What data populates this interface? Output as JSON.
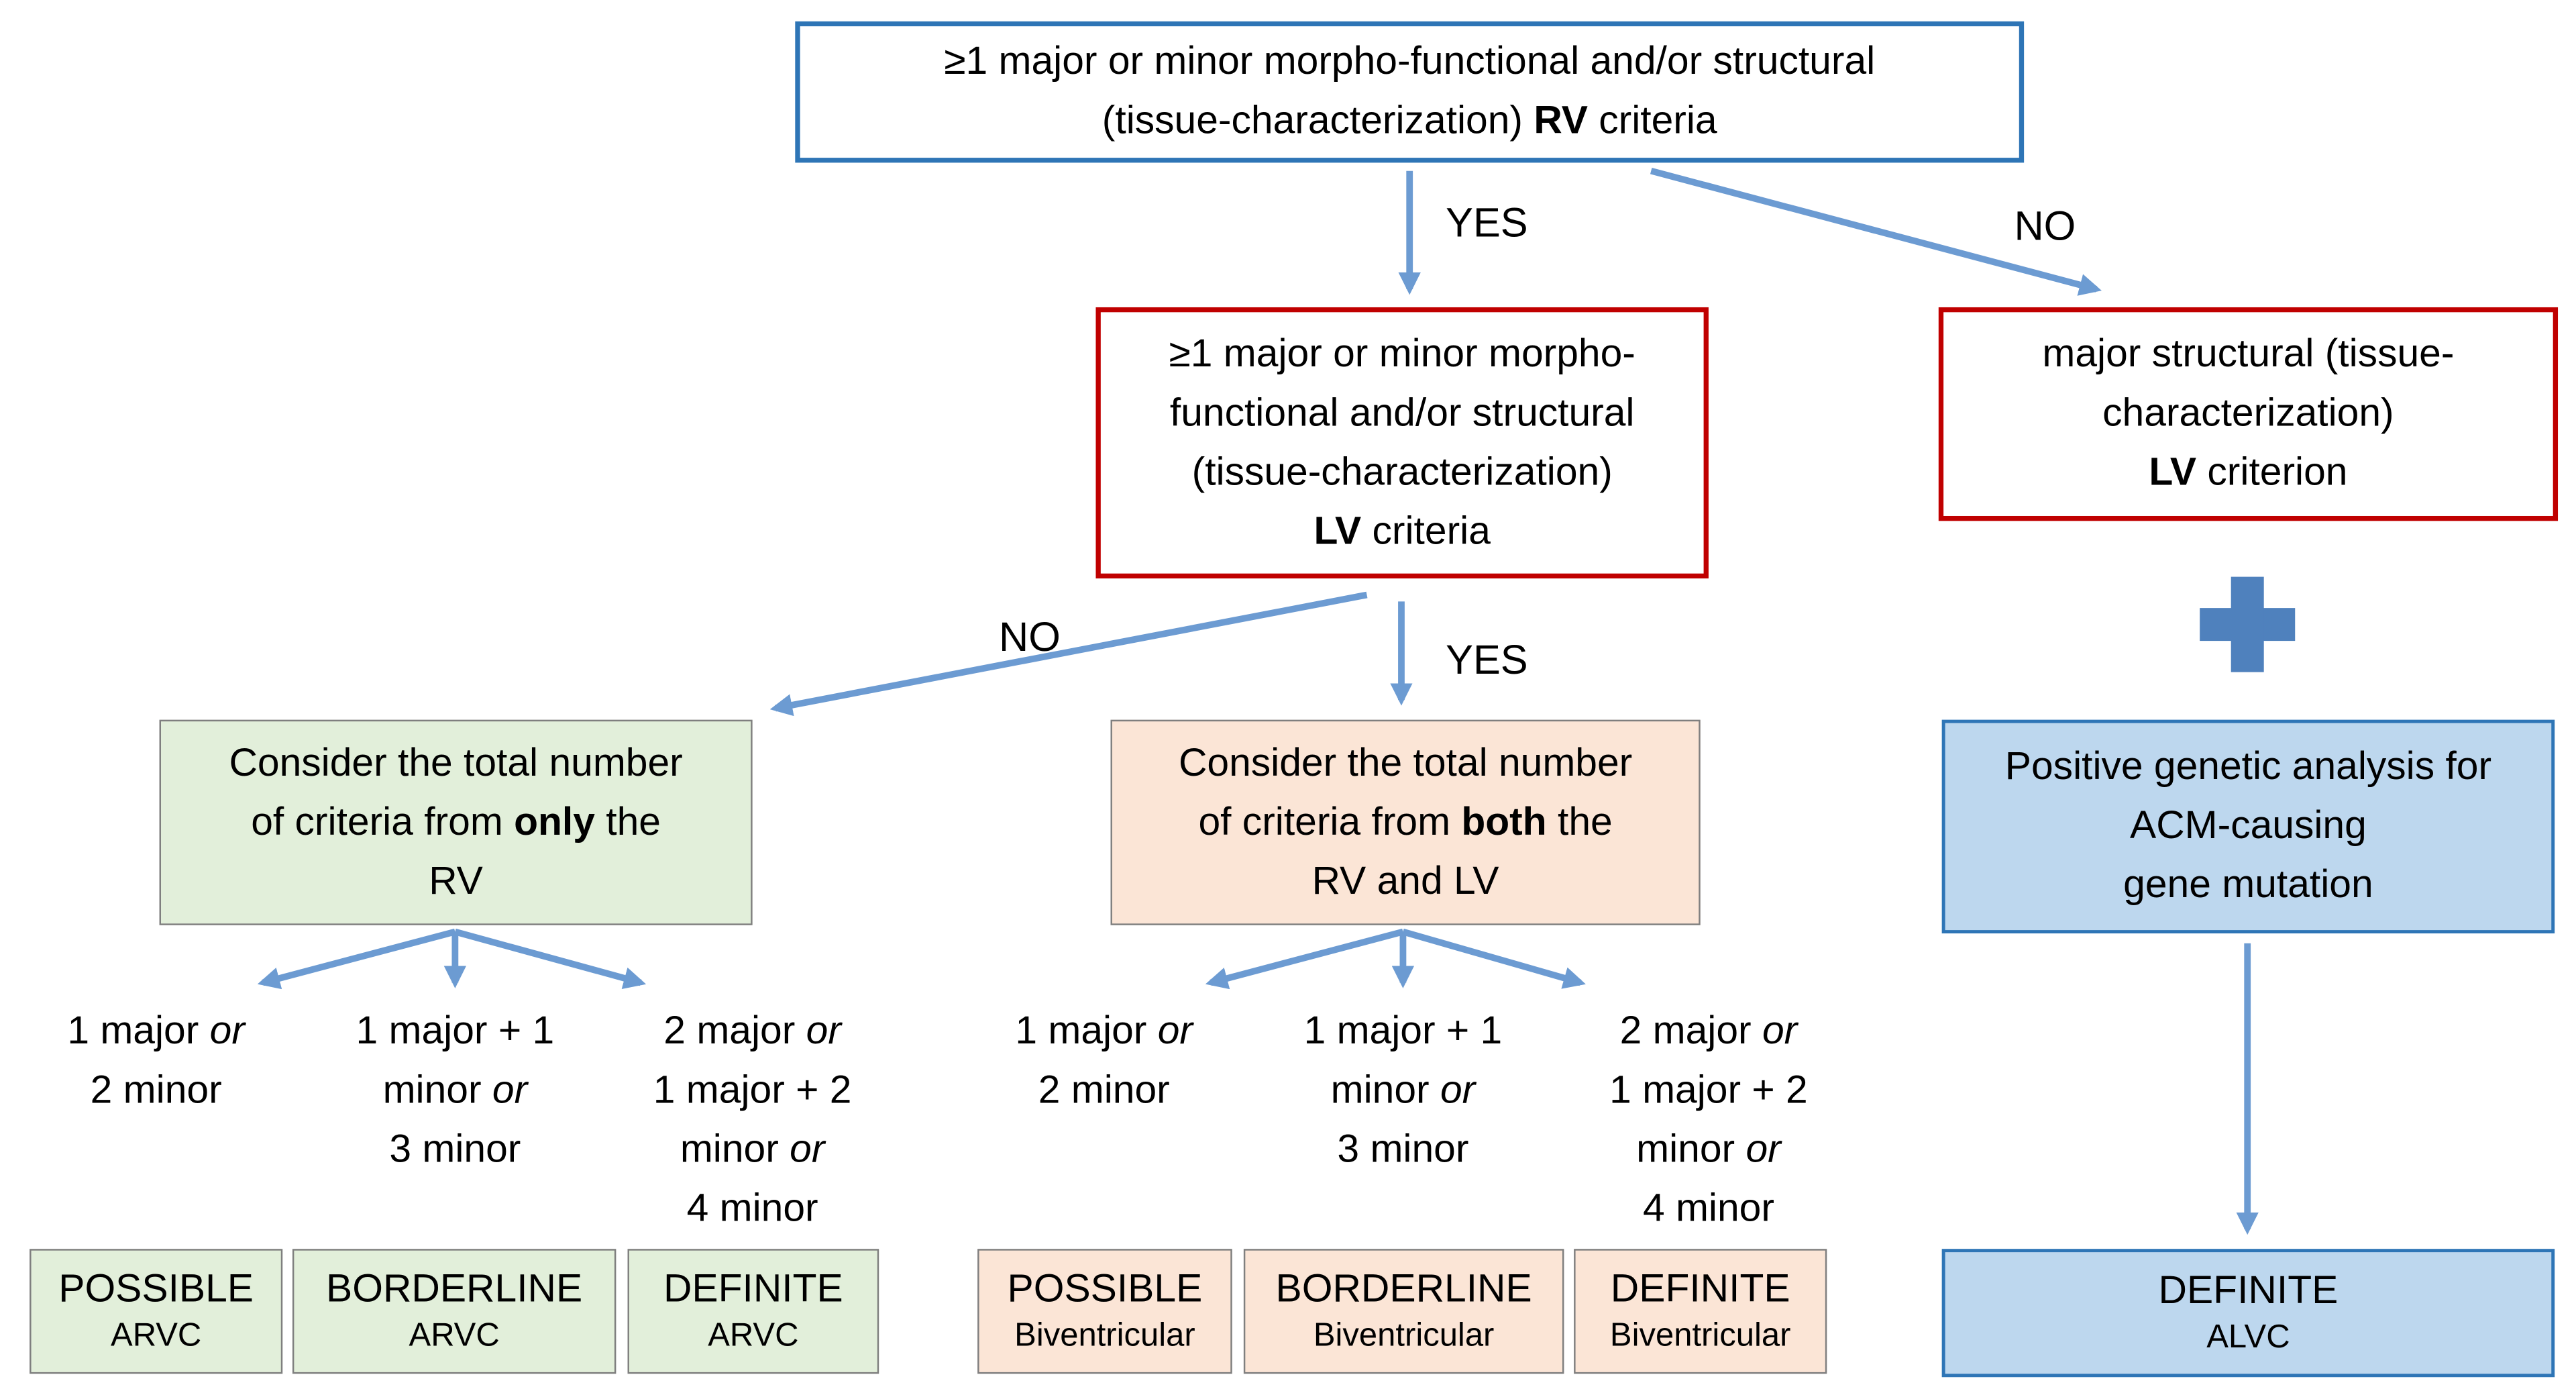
{
  "colors": {
    "blue-border": "#2E75B6",
    "red-border": "#C00000",
    "gray-border": "#7F7F7F",
    "green-fill": "#E2EFDA",
    "peach-fill": "#FBE5D6",
    "blue-fill": "#BDD7EE",
    "blue-box-border": "#2E75B6",
    "arrow": "#6C9BD2",
    "plus": "#4F81BD",
    "text": "#000000",
    "background": "#FFFFFF"
  },
  "top_box": {
    "line1": "≥1 major or minor morpho-functional and/or structural",
    "line2_pre": "(tissue-characterization) ",
    "line2_bold": "RV",
    "line2_post": " criteria"
  },
  "branch_labels": {
    "top_yes": "YES",
    "top_no": "NO",
    "mid_no": "NO",
    "mid_yes": "YES"
  },
  "lv_box": {
    "line1": "≥1 major or minor morpho-",
    "line2": "functional and/or structural",
    "line3": "(tissue-characterization)",
    "line4_bold": "LV",
    "line4_post": " criteria"
  },
  "major_structural_box": {
    "line1": "major structural (tissue-",
    "line2": "characterization)",
    "line3_bold": "LV",
    "line3_post": " criterion"
  },
  "rv_only_box": {
    "line1": "Consider the total number",
    "line2_pre": "of criteria from ",
    "line2_bold": "only",
    "line2_post": " the",
    "line3": "RV"
  },
  "both_box": {
    "line1": "Consider the total number",
    "line2_pre": "of criteria from ",
    "line2_bold": "both",
    "line2_post": " the",
    "line3": "RV and LV"
  },
  "genetic_box": {
    "line1": "Positive genetic analysis for",
    "line2": "ACM-causing",
    "line3": "gene mutation"
  },
  "criteria": {
    "opt1": {
      "l1_pre": "1 major ",
      "l1_or": "or",
      "l2": "2 minor"
    },
    "opt2": {
      "l1": "1 major + 1",
      "l2_pre": "minor ",
      "l2_or": "or",
      "l3": "3 minor"
    },
    "opt3": {
      "l1_pre": "2 major ",
      "l1_or": "or",
      "l2": "1 major + 2",
      "l3_pre": "minor ",
      "l3_or": "or",
      "l4": "4 minor"
    }
  },
  "outcomes": {
    "arvc": [
      {
        "level": "POSSIBLE",
        "sub": "ARVC"
      },
      {
        "level": "BORDERLINE",
        "sub": "ARVC"
      },
      {
        "level": "DEFINITE",
        "sub": "ARVC"
      }
    ],
    "biventricular": [
      {
        "level": "POSSIBLE",
        "sub": "Biventricular"
      },
      {
        "level": "BORDERLINE",
        "sub": "Biventricular"
      },
      {
        "level": "DEFINITE",
        "sub": "Biventricular"
      }
    ],
    "alvc": {
      "level": "DEFINITE",
      "sub": "ALVC"
    }
  }
}
